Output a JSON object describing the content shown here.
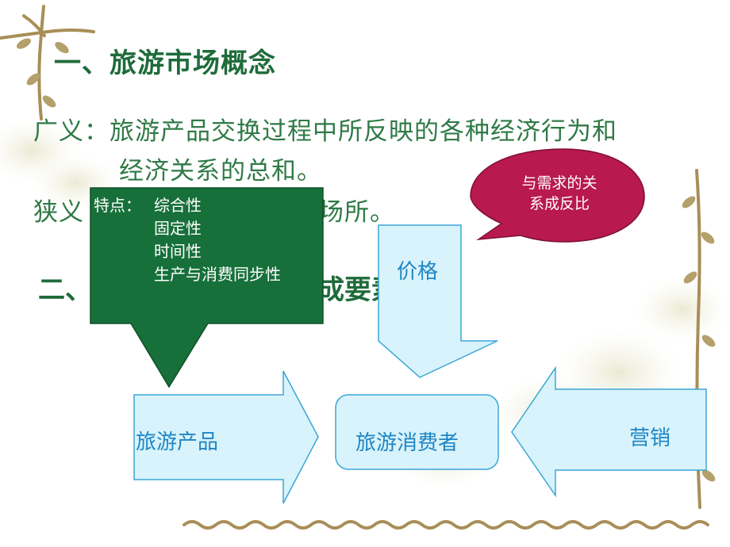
{
  "title": "一、旅游市场概念",
  "broad": {
    "label": "广义：",
    "line1": "旅游产品交换过程中所反映的各种经济行为和",
    "line2": "经济关系的总和。"
  },
  "narrow": {
    "label": "狭义",
    "tail": "场所。"
  },
  "section2": {
    "prefix": "二、",
    "tail": "成要素"
  },
  "callout": {
    "label": "特点：",
    "items": [
      "综合性",
      "固定性",
      "时间性",
      "生产与消费同步性"
    ]
  },
  "bubble": {
    "line1": "与需求的关",
    "line2": "系成反比"
  },
  "diagram": {
    "product": "旅游产品",
    "consumer": "旅游消费者",
    "price": "价格",
    "marketing": "营销"
  },
  "colors": {
    "title_green": "#1f6b3a",
    "callout_fill": "#17703a",
    "bubble_fill": "#b8194f",
    "box_fill": "#d8f3fb",
    "box_stroke": "#3aa6d8",
    "box_text": "#1f86c4"
  }
}
